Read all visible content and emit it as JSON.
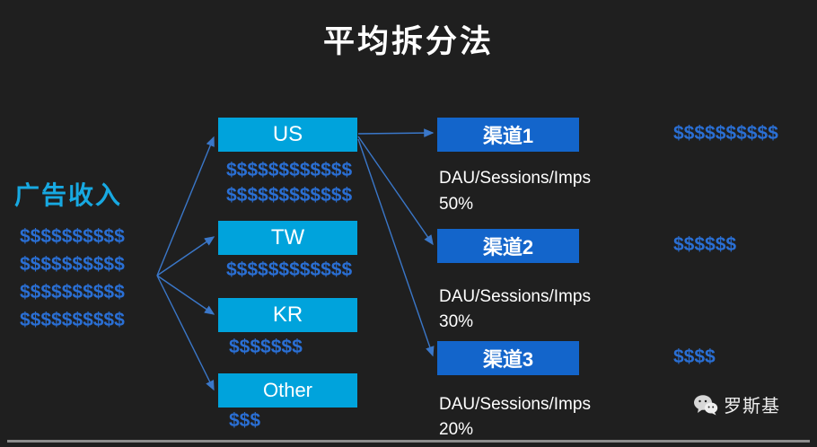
{
  "title": "平均拆分法",
  "revenue": {
    "label": "广告收入",
    "rows": [
      "$$$$$$$$$$",
      "$$$$$$$$$$",
      "$$$$$$$$$$",
      "$$$$$$$$$$"
    ]
  },
  "regions": [
    {
      "label": "US",
      "rows": [
        "$$$$$$$$$$$$",
        "$$$$$$$$$$$$"
      ]
    },
    {
      "label": "TW",
      "rows": [
        "$$$$$$$$$$$$"
      ]
    },
    {
      "label": "KR",
      "rows": [
        "$$$$$$$"
      ]
    },
    {
      "label": "Other",
      "rows": [
        "$$$"
      ]
    }
  ],
  "channels": [
    {
      "label": "渠道1",
      "metric": "DAU/Sessions/Imps",
      "share": "50%",
      "revenue": "$$$$$$$$$$"
    },
    {
      "label": "渠道2",
      "metric": "DAU/Sessions/Imps",
      "share": "30%",
      "revenue": "$$$$$$"
    },
    {
      "label": "渠道3",
      "metric": "DAU/Sessions/Imps",
      "share": "20%",
      "revenue": "$$$$"
    }
  ],
  "watermark": {
    "label": "罗斯基"
  },
  "colors": {
    "background": "#1f1f1f",
    "region_box": "#00a3dc",
    "channel_box": "#1365cb",
    "dollar_text": "#2a6fd4",
    "cyan_label": "#17a9e2",
    "arrow": "#3a77c9",
    "title_text": "#ffffff"
  }
}
